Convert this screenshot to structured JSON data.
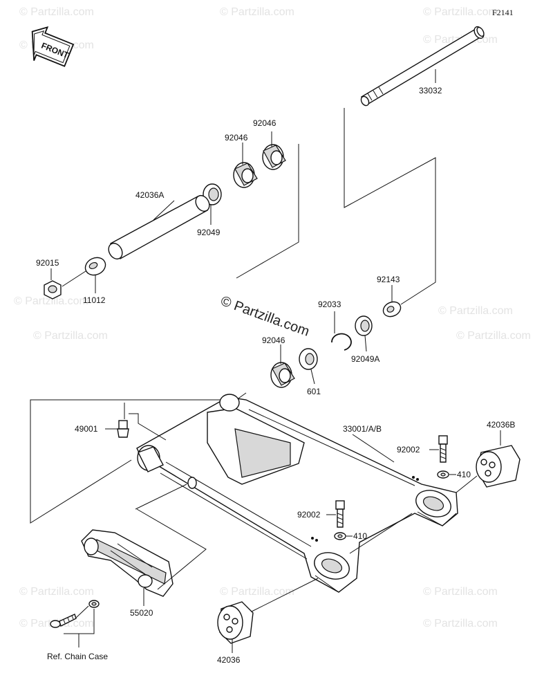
{
  "figure_code": "F2141",
  "front_label": "FRONT",
  "watermark_main": "© Partzilla.com",
  "watermark_bg": "© Partzilla.com",
  "callouts": {
    "c33032": "33032",
    "c92046_top": "92046",
    "c92046_mid": "92046",
    "c42036A": "42036A",
    "c92049": "92049",
    "c92015": "92015",
    "c11012": "11012",
    "c92143": "92143",
    "c92033": "92033",
    "c92046_low": "92046",
    "c92049A": "92049A",
    "c601": "601",
    "c49001": "49001",
    "c33001": "33001/A/B",
    "c42036B": "42036B",
    "c92002_right": "92002",
    "c410_right": "410",
    "c92002_center": "92002",
    "c410_center": "410",
    "c55020": "55020",
    "c42036": "42036",
    "ref_chain_case": "Ref. Chain Case"
  }
}
